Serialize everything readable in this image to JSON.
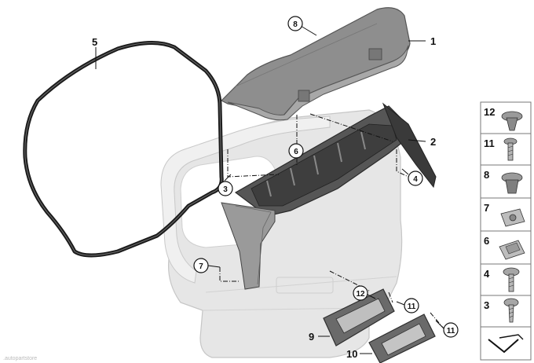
{
  "diagram": {
    "callouts": [
      {
        "id": "8",
        "kind": "circle"
      },
      {
        "id": "1",
        "kind": "plain"
      },
      {
        "id": "5",
        "kind": "plain"
      },
      {
        "id": "2",
        "kind": "plain"
      },
      {
        "id": "6",
        "kind": "circle"
      },
      {
        "id": "3",
        "kind": "circle"
      },
      {
        "id": "4",
        "kind": "circle"
      },
      {
        "id": "7",
        "kind": "circle"
      },
      {
        "id": "12",
        "kind": "circle"
      },
      {
        "id": "11",
        "kind": "circle"
      },
      {
        "id": "11",
        "kind": "circle"
      },
      {
        "id": "9",
        "kind": "plain"
      },
      {
        "id": "10",
        "kind": "plain"
      }
    ],
    "parts_legend": [
      {
        "id": "12",
        "icon": "push-rivet-icon"
      },
      {
        "id": "11",
        "icon": "screw-icon"
      },
      {
        "id": "8",
        "icon": "expanding-clip-icon"
      },
      {
        "id": "7",
        "icon": "spring-nut-icon"
      },
      {
        "id": "6",
        "icon": "sheet-nut-icon"
      },
      {
        "id": "4",
        "icon": "flange-bolt-icon"
      },
      {
        "id": "3",
        "icon": "fillister-screw-icon"
      },
      {
        "id": "",
        "icon": "seal-profile-icon"
      }
    ],
    "watermark": ".autopartstore"
  }
}
